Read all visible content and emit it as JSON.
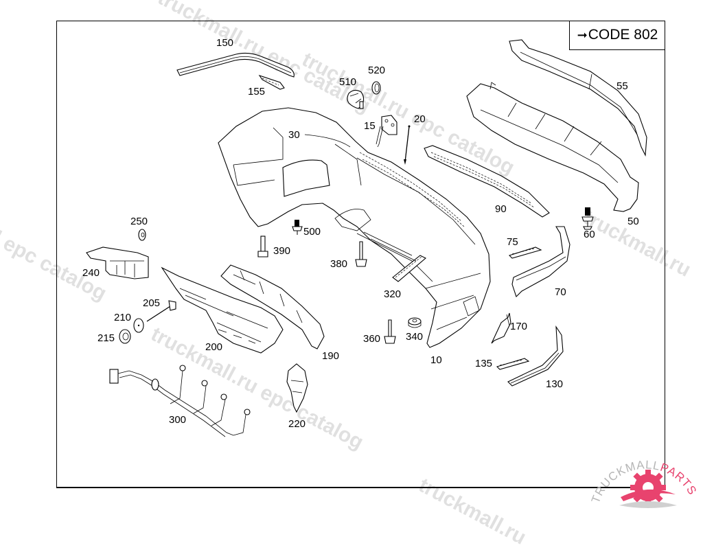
{
  "header": {
    "code_arrow": "➞",
    "code_label": "CODE 802"
  },
  "watermark": {
    "text_1": "truckmall.ru epc catalog",
    "text_2": "truckmall.ru epc catalog",
    "text_3": "l epc catalog",
    "text_4": "truckmall.ru epc catalog",
    "text_5": "truckmall.ru"
  },
  "logo": {
    "word_1": "TRUCKMALL",
    "word_2": "PARTS",
    "accent_color": "#e8436e",
    "secondary_color": "#b5b5b5"
  },
  "parts": [
    {
      "id": "10",
      "label": "10"
    },
    {
      "id": "15",
      "label": "15"
    },
    {
      "id": "20",
      "label": "20"
    },
    {
      "id": "30",
      "label": "30"
    },
    {
      "id": "50",
      "label": "50"
    },
    {
      "id": "55",
      "label": "55"
    },
    {
      "id": "60",
      "label": "60"
    },
    {
      "id": "70",
      "label": "70"
    },
    {
      "id": "75",
      "label": "75"
    },
    {
      "id": "90",
      "label": "90"
    },
    {
      "id": "130",
      "label": "130"
    },
    {
      "id": "135",
      "label": "135"
    },
    {
      "id": "150",
      "label": "150"
    },
    {
      "id": "155",
      "label": "155"
    },
    {
      "id": "170",
      "label": "170"
    },
    {
      "id": "190",
      "label": "190"
    },
    {
      "id": "200",
      "label": "200"
    },
    {
      "id": "205",
      "label": "205"
    },
    {
      "id": "210",
      "label": "210"
    },
    {
      "id": "215",
      "label": "215"
    },
    {
      "id": "220",
      "label": "220"
    },
    {
      "id": "240",
      "label": "240"
    },
    {
      "id": "250",
      "label": "250"
    },
    {
      "id": "300",
      "label": "300"
    },
    {
      "id": "320",
      "label": "320"
    },
    {
      "id": "340",
      "label": "340"
    },
    {
      "id": "360",
      "label": "360"
    },
    {
      "id": "380",
      "label": "380"
    },
    {
      "id": "390",
      "label": "390"
    },
    {
      "id": "500",
      "label": "500"
    },
    {
      "id": "510",
      "label": "510"
    },
    {
      "id": "520",
      "label": "520"
    }
  ]
}
